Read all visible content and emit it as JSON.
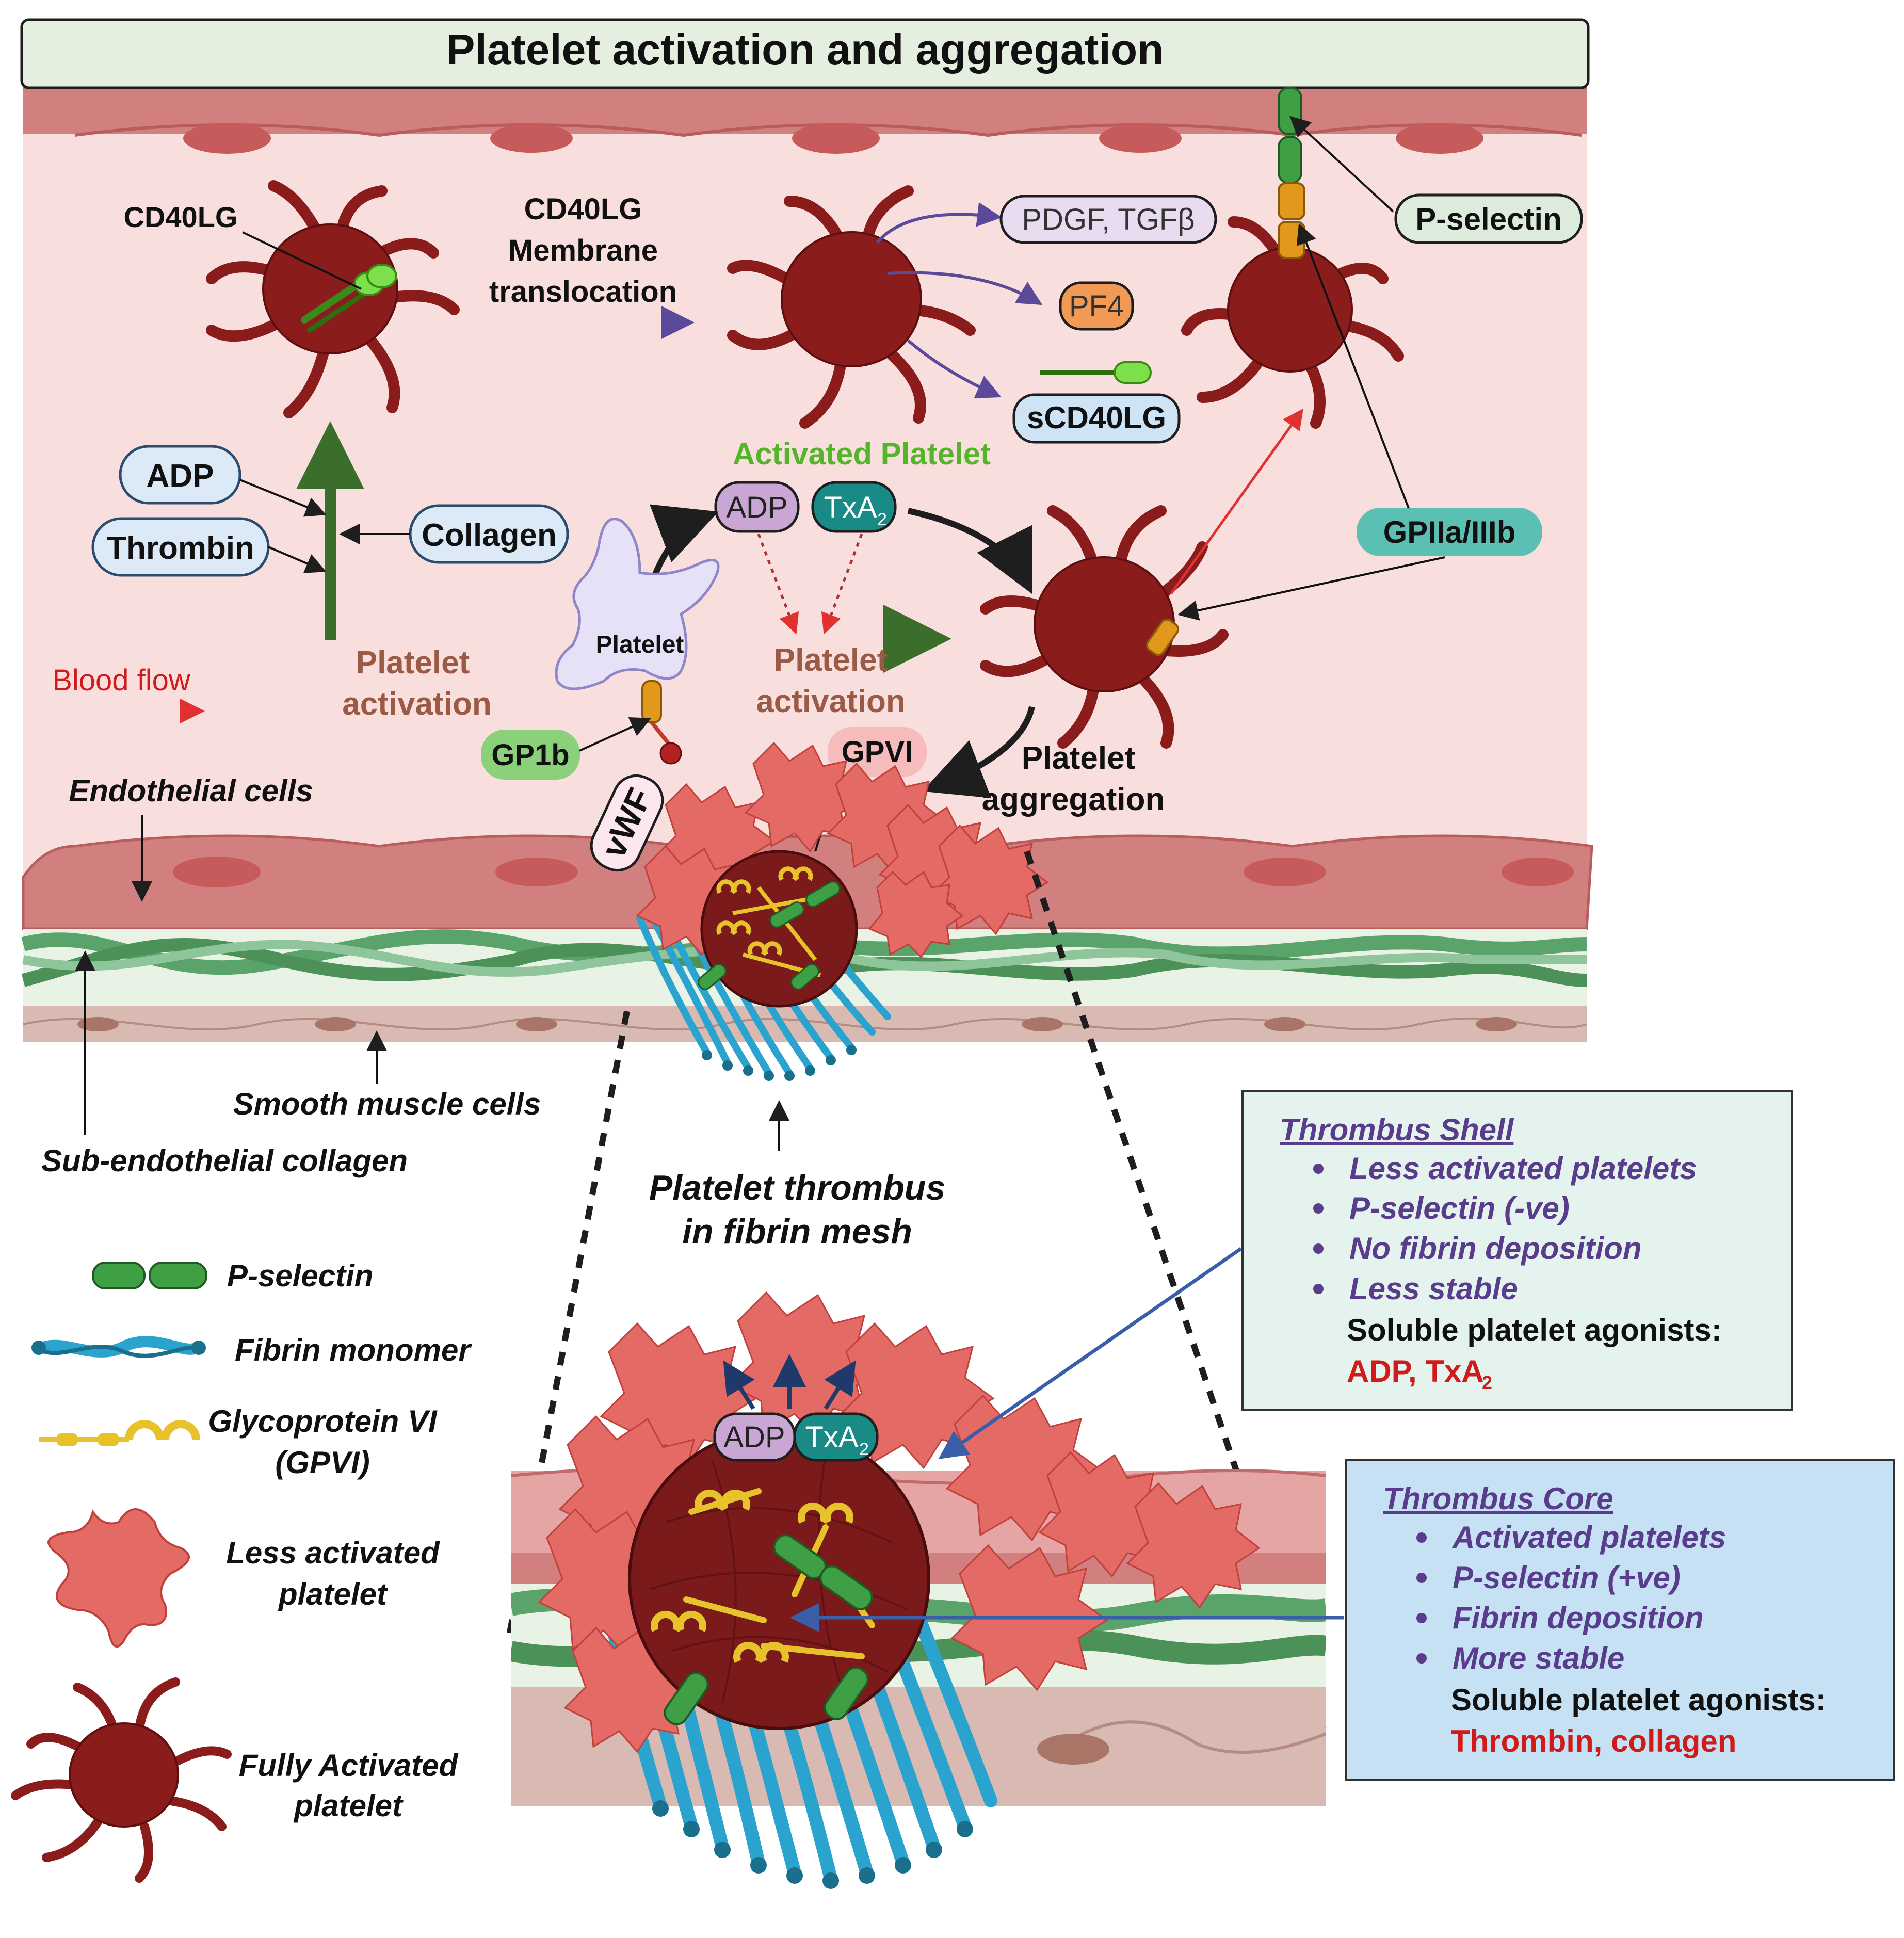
{
  "title": "Platelet activation and aggregation",
  "colors": {
    "title_bg": "#e4efe0",
    "vessel_lumen": "#f9dede",
    "endothelium": "#d27f7f",
    "nucleus": "#c75a5a",
    "collagen": "#5aa36a",
    "smooth_muscle": "#c9a199",
    "full_platelet": "#8b1c1c",
    "less_platelet": "#e46a66",
    "fibrin": "#2aa3cf",
    "gpvi": "#e7c22a",
    "pselectin": "#3f9f45",
    "red_text": "#d11a1a",
    "purple_text": "#5a3c8c",
    "activated_green": "#55b52a",
    "brown_text": "#9a5a46",
    "dark_green_arrow": "#3b6e2a",
    "purple_arrow": "#5b4a9a"
  },
  "top": {
    "cd40lg": "CD40LG",
    "translocation": [
      "CD40LG",
      "Membrane",
      "translocation"
    ],
    "pdgf_tgfb": "PDGF, TGFβ",
    "pf4": "PF4",
    "scd40lg": "sCD40LG",
    "p_selectin": "P-selectin",
    "activated_platelet": "Activated Platelet",
    "adp": "ADP",
    "txa2_main": "TxA",
    "txa2_sub": "2",
    "gpiia_iiib": "GPIIa/IIIb",
    "adp_left": "ADP",
    "thrombin": "Thrombin",
    "collagen": "Collagen",
    "platelet": "Platelet",
    "platelet_activation_1": [
      "Platelet",
      "activation"
    ],
    "platelet_activation_2": [
      "Platelet",
      "activation"
    ],
    "platelet_aggregation": [
      "Platelet",
      "aggregation"
    ],
    "blood_flow": "Blood flow",
    "gp1b": "GP1b",
    "gpvi": "GPVI",
    "vwf": "vWF"
  },
  "tissue_labels": {
    "endothelial": "Endothelial cells",
    "smooth_muscle": "Smooth muscle cells",
    "sub_collagen": "Sub-endothelial collagen",
    "thrombus": [
      "Platelet thrombus",
      "in fibrin mesh"
    ]
  },
  "legend": [
    {
      "icon": "p-selectin-icon",
      "label": [
        "P-selectin"
      ]
    },
    {
      "icon": "fibrin-monomer-icon",
      "label": [
        "Fibrin monomer"
      ]
    },
    {
      "icon": "gpvi-icon",
      "label": [
        "Glycoprotein VI",
        "(GPVI)"
      ]
    },
    {
      "icon": "less-activated-platelet-icon",
      "label": [
        "Less activated",
        "platelet"
      ]
    },
    {
      "icon": "fully-activated-platelet-icon",
      "label": [
        "Fully Activated",
        "platelet"
      ]
    }
  ],
  "shell_box": {
    "title": "Thrombus Shell",
    "bullets": [
      "Less activated platelets",
      "P-selectin (-ve)",
      "No fibrin deposition",
      "Less stable"
    ],
    "agonist_label": "Soluble platelet agonists:",
    "agonists_main": "ADP, TxA",
    "agonists_sub": "2"
  },
  "core_box": {
    "title": "Thrombus Core",
    "bullets": [
      "Activated platelets",
      "P-selectin (+ve)",
      "Fibrin deposition",
      "More stable"
    ],
    "agonist_label": "Soluble platelet agonists:",
    "agonists": "Thrombin, collagen"
  },
  "zoom": {
    "adp": "ADP",
    "txa2_main": "TxA",
    "txa2_sub": "2"
  }
}
